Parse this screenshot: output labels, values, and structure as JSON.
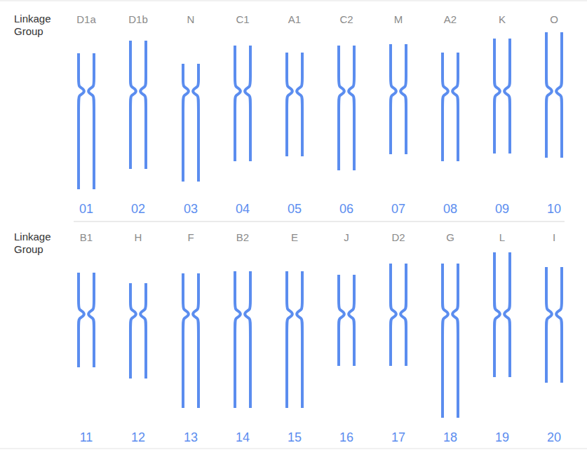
{
  "diagram": {
    "labels": [
      "Linkage Group",
      "D1a",
      "D1b",
      "N",
      "C1",
      "A1",
      "C2",
      "M",
      "A2",
      "K",
      "O",
      "01",
      "02",
      "03",
      "04",
      "05",
      "06",
      "07",
      "08",
      "09",
      "10",
      "Linkage Group",
      "B1",
      "H",
      "F",
      "B2",
      "E",
      "J",
      "D2",
      "G",
      "L",
      "I",
      "11",
      "12",
      "13",
      "14",
      "15",
      "16",
      "17",
      "18",
      "19",
      "20"
    ]
  }
}
